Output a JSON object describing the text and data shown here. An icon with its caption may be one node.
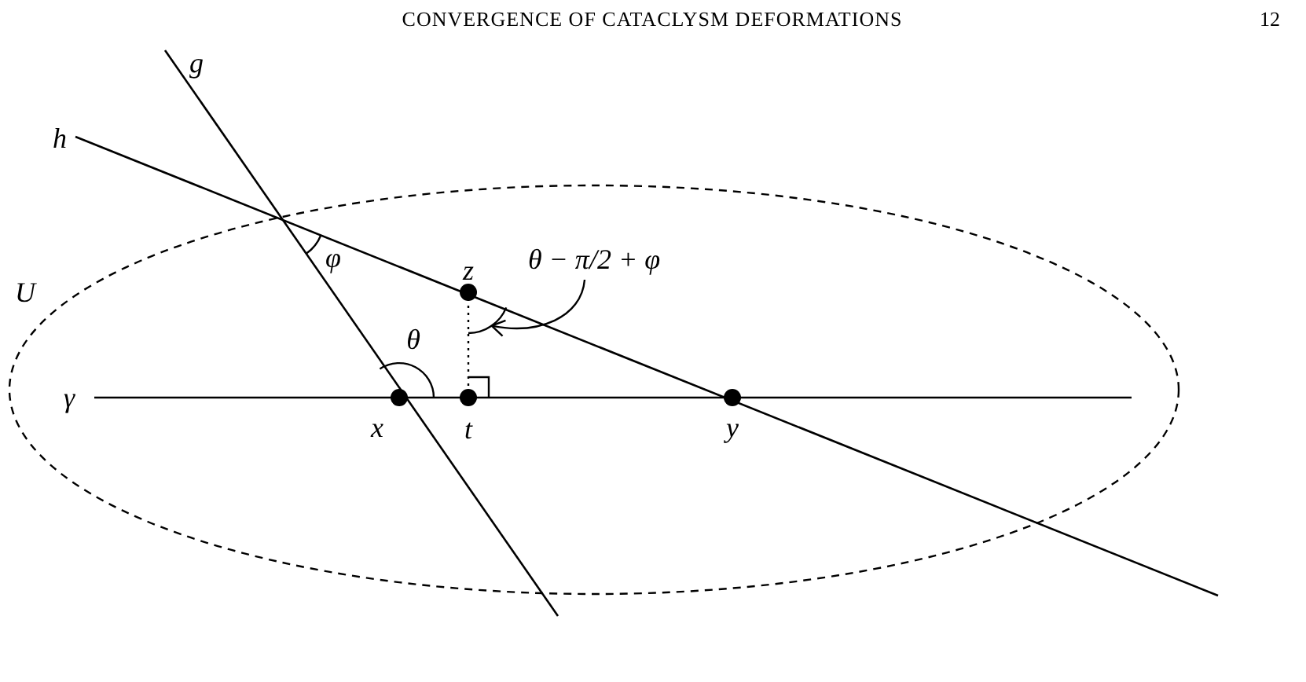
{
  "diagram": {
    "nodes": [
      {
        "text": [
          "θ − π/2 + φ"
        ]
      },
      {
        "text": [],
        "shape": "arc"
      }
    ],
    "edges": [
      {
        "from": 0,
        "to": 1,
        "arrow": "to"
      }
    ],
    "labels": [
      "CONVERGENCE OF CATACLYSM DEFORMATIONS",
      "12",
      "g",
      "h",
      "φ",
      "U",
      "z",
      "θ",
      "γ",
      "x",
      "t",
      "y"
    ]
  }
}
